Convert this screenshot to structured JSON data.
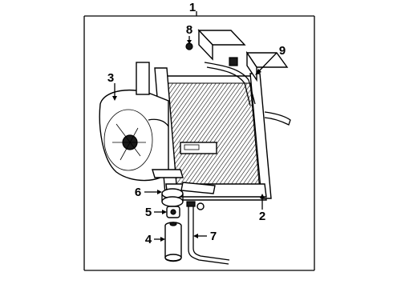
{
  "callouts": {
    "c1": "1",
    "c2": "2",
    "c3": "3",
    "c4": "4",
    "c5": "5",
    "c6": "6",
    "c7": "7",
    "c8": "8",
    "c9": "9"
  },
  "colors": {
    "ink": "#000000",
    "background": "#ffffff"
  }
}
